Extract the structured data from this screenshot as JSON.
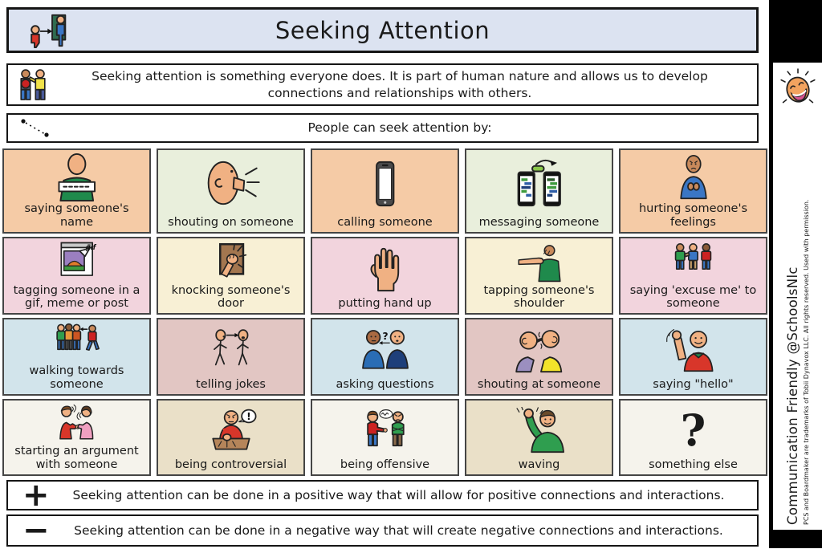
{
  "header": {
    "title": "Seeking Attention",
    "bg": "#dce3f1",
    "icon": "get-attention-symbol-icon"
  },
  "intro": {
    "text": "Seeking attention is something everyone does. It is part of human nature and allows us to develop connections and relationships with others.",
    "icon": "two-people-shoulder-tap-icon"
  },
  "prompt": {
    "text": "People can seek attention by:",
    "icon": "dotted-line-dots-icon"
  },
  "grid": {
    "cells": [
      {
        "label": "saying someone's name",
        "bg": "#f5cba6",
        "icon": "person-name-tag-icon"
      },
      {
        "label": "shouting on someone",
        "bg": "#e9efdc",
        "icon": "shouting-face-icon"
      },
      {
        "label": "calling someone",
        "bg": "#f5cba6",
        "icon": "smartphone-icon"
      },
      {
        "label": "messaging someone",
        "bg": "#e9efdc",
        "icon": "two-phones-messaging-icon"
      },
      {
        "label": "hurting someone's feelings",
        "bg": "#f5cba6",
        "icon": "sad-person-icon"
      },
      {
        "label": "tagging someone in a gif, meme or post",
        "bg": "#f2d4dd",
        "icon": "gif-window-icon"
      },
      {
        "label": "knocking someone's door",
        "bg": "#f8f0d5",
        "icon": "fist-knocking-door-icon"
      },
      {
        "label": "putting hand up",
        "bg": "#f2d4dd",
        "icon": "raised-hand-icon"
      },
      {
        "label": "tapping someone's shoulder",
        "bg": "#f8f0d5",
        "icon": "shoulder-tap-icon"
      },
      {
        "label": "saying 'excuse me' to someone",
        "bg": "#f2d4dd",
        "icon": "three-people-icon"
      },
      {
        "label": "walking towards someone",
        "bg": "#d2e4eb",
        "icon": "walking-towards-group-icon"
      },
      {
        "label": "telling jokes",
        "bg": "#e2c6c3",
        "icon": "telling-jokes-icon"
      },
      {
        "label": "asking questions",
        "bg": "#d2e4eb",
        "icon": "asking-questions-icon"
      },
      {
        "label": "shouting at someone",
        "bg": "#e2c6c3",
        "icon": "two-people-shouting-icon"
      },
      {
        "label": "saying \"hello\"",
        "bg": "#d2e4eb",
        "icon": "waving-red-shirt-person-icon"
      },
      {
        "label": "starting an argument with someone",
        "bg": "#f5f3ec",
        "icon": "argument-icon"
      },
      {
        "label": "being controversial",
        "bg": "#eae0c8",
        "icon": "fist-on-table-exclamation-icon"
      },
      {
        "label": "being offensive",
        "bg": "#f5f3ec",
        "icon": "offensive-remark-icon"
      },
      {
        "label": "waving",
        "bg": "#eae0c8",
        "icon": "waving-green-shirt-person-icon"
      },
      {
        "label": "something else",
        "bg": "#f5f3ec",
        "icon": "question-mark-icon"
      }
    ]
  },
  "positive": {
    "symbol": "+",
    "text": "Seeking attention can be done in a positive way that will allow for positive connections and interactions."
  },
  "negative": {
    "symbol": "−",
    "text": "Seeking attention can be done in a negative way that will create negative connections and interactions."
  },
  "sidebar": {
    "icon": "laughing-face-icon",
    "handle": "Communication Friendly @SchoolsNlc",
    "disclaimer": "PCS and Boardmaker are trademarks of Tobii Dynavox LLC.  All rights reserved.  Used with permission."
  },
  "icons": {
    "gif_label": "gif",
    "question_glyph": "?",
    "exclamation_glyph": "!"
  }
}
